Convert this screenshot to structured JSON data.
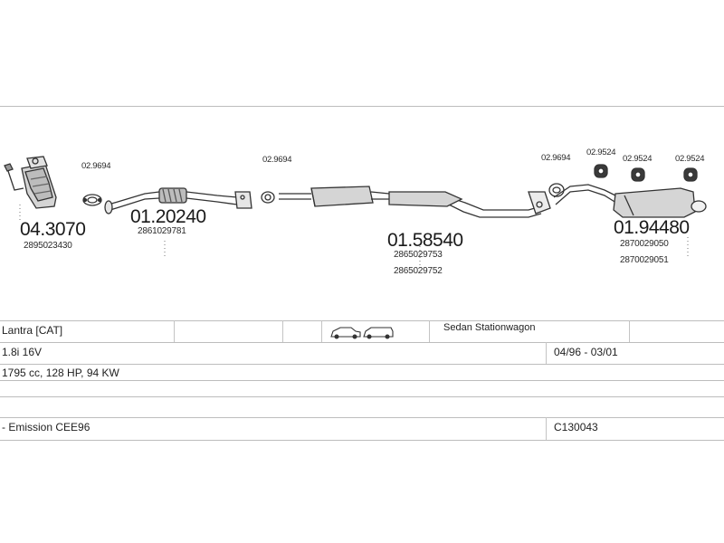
{
  "parts": {
    "catalyst": {
      "number": "04.3070",
      "oem": "2895023430"
    },
    "front_pipe": {
      "number": "01.20240",
      "oem": "2861029781"
    },
    "middle_silencer": {
      "number": "01.58540",
      "oem": [
        "2865029753",
        "2865029752"
      ]
    },
    "rear_silencer": {
      "number": "01.94480",
      "oem": [
        "2870029050",
        "2870029051"
      ]
    }
  },
  "fittings": {
    "gasket_1": "02.9694",
    "gasket_2": "02.9694",
    "gasket_3": "02.9694",
    "rubber_1": "02.9524",
    "rubber_2": "02.9524",
    "rubber_3": "02.9524"
  },
  "table": {
    "model": "Lantra  [CAT]",
    "body": "Sedan Stationwagon",
    "engine": "1.8i 16V",
    "years": "04/96 - 03/01",
    "specs": "1795 cc, 128 HP, 94 KW",
    "emission": "- Emission CEE96",
    "code": "C130043"
  },
  "icons": [
    "sedan-icon",
    "stationwagon-icon"
  ]
}
